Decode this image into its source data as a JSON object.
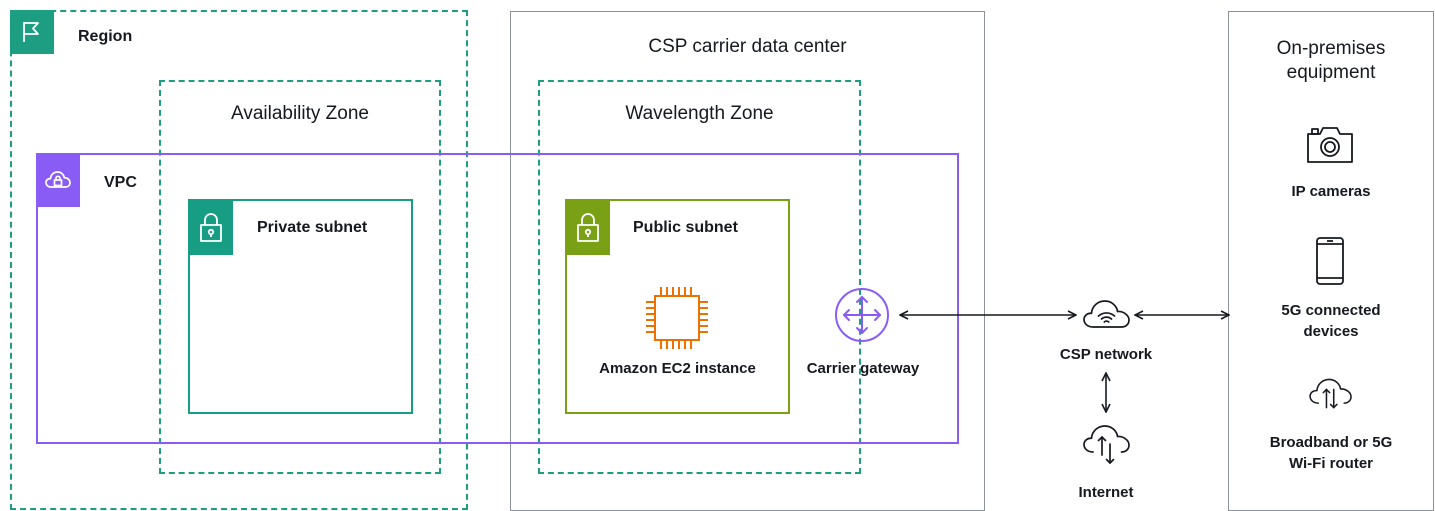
{
  "region": {
    "label": "Region",
    "icon": "flag-icon"
  },
  "availability_zone": {
    "label": "Availability Zone"
  },
  "csp_data_center": {
    "label": "CSP carrier data center"
  },
  "wavelength_zone": {
    "label": "Wavelength Zone"
  },
  "on_premises": {
    "label_line1": "On-premises",
    "label_line2": "equipment"
  },
  "vpc": {
    "label": "VPC",
    "icon": "cloud-lock-icon"
  },
  "private_subnet": {
    "label": "Private subnet",
    "icon": "padlock-icon"
  },
  "public_subnet": {
    "label": "Public subnet",
    "icon": "padlock-icon"
  },
  "ec2": {
    "label": "Amazon EC2 instance",
    "icon": "chip-icon"
  },
  "carrier_gateway": {
    "label": "Carrier gateway",
    "icon": "router-icon"
  },
  "csp_network": {
    "label": "CSP network",
    "icon": "cloud-wifi-icon"
  },
  "internet": {
    "label": "Internet",
    "icon": "cloud-updown-icon"
  },
  "devices": {
    "ip_cameras": {
      "label": "IP cameras",
      "icon": "camera-icon"
    },
    "connected_5g": {
      "label_line1": "5G connected",
      "label_line2": "devices",
      "icon": "mobile-phone-icon"
    },
    "broadband": {
      "label_line1": "Broadband or 5G",
      "label_line2": "Wi-Fi router",
      "icon": "cloud-updown-icon"
    }
  },
  "colors": {
    "region_teal": "#1d9e82",
    "vpc_purple": "#8a5cf6",
    "subnet_teal": "#179d84",
    "subnet_green": "#7aa116",
    "ec2_orange": "#ed7100",
    "container_gray": "#8d939b"
  }
}
